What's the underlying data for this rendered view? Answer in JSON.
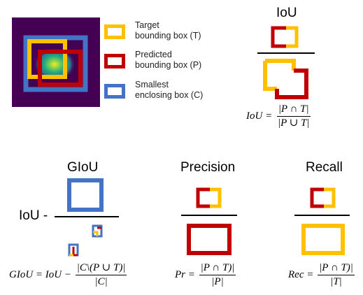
{
  "colors": {
    "target": "#FFC000",
    "predicted": "#C00000",
    "enclosing": "#4472C4",
    "heatmap_bg": "#440154"
  },
  "legend": [
    {
      "line1": "Target",
      "line2": "bounding box (T)",
      "color": "#FFC000"
    },
    {
      "line1": "Predicted",
      "line2": "bounding box (P)",
      "color": "#C00000"
    },
    {
      "line1": "Smallest",
      "line2": "enclosing box (C)",
      "color": "#4472C4"
    }
  ],
  "iou": {
    "title": "IoU",
    "lhs": "IoU =",
    "num": "|P ∩ T|",
    "den": "|P ∪ T|"
  },
  "giou": {
    "title": "GIoU",
    "prefix": "IoU -",
    "lhs": "GIoU = IoU  −",
    "num": "|C\\(P ∪ T)|",
    "den": "|C|"
  },
  "precision": {
    "title": "Precision",
    "lhs": "Pr =",
    "num": "|P ∩ T)|",
    "den": "|P|"
  },
  "recall": {
    "title": "Recall",
    "lhs": "Rec =",
    "num": "|P ∩ T)|",
    "den": "|T|"
  }
}
